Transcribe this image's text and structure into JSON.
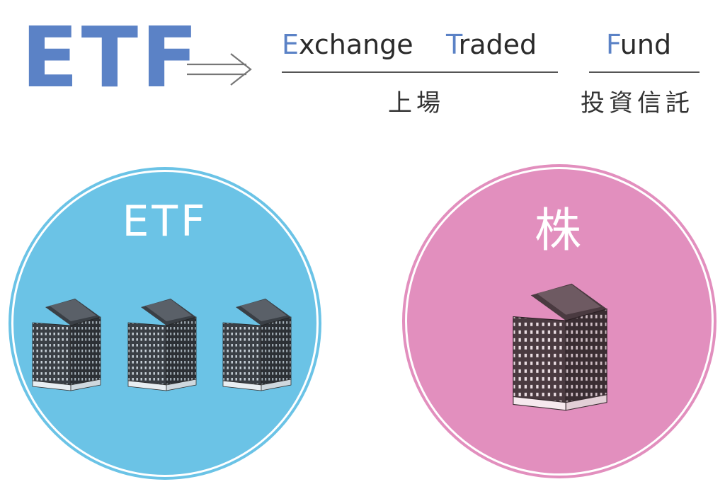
{
  "header": {
    "abbr": "ETF",
    "terms": [
      {
        "initial": "E",
        "rest": "xchange"
      },
      {
        "initial": "T",
        "rest": "raded"
      },
      {
        "initial": "F",
        "rest": "und"
      }
    ],
    "jp_left": "上場",
    "jp_right": "投資信託"
  },
  "left_circle": {
    "label": "ETF",
    "building_count": 3
  },
  "right_circle": {
    "label": "株",
    "building_count": 1
  },
  "colors": {
    "accent_blue": "#5b82c6",
    "circle_blue": "#6bc3e6",
    "circle_pink": "#e28fbe",
    "building_dark": "#3a3f45",
    "building_pink_dark": "#4a3a40"
  },
  "icons": {
    "arrow": "double-arrow-right-icon",
    "building": "office-building-icon"
  }
}
